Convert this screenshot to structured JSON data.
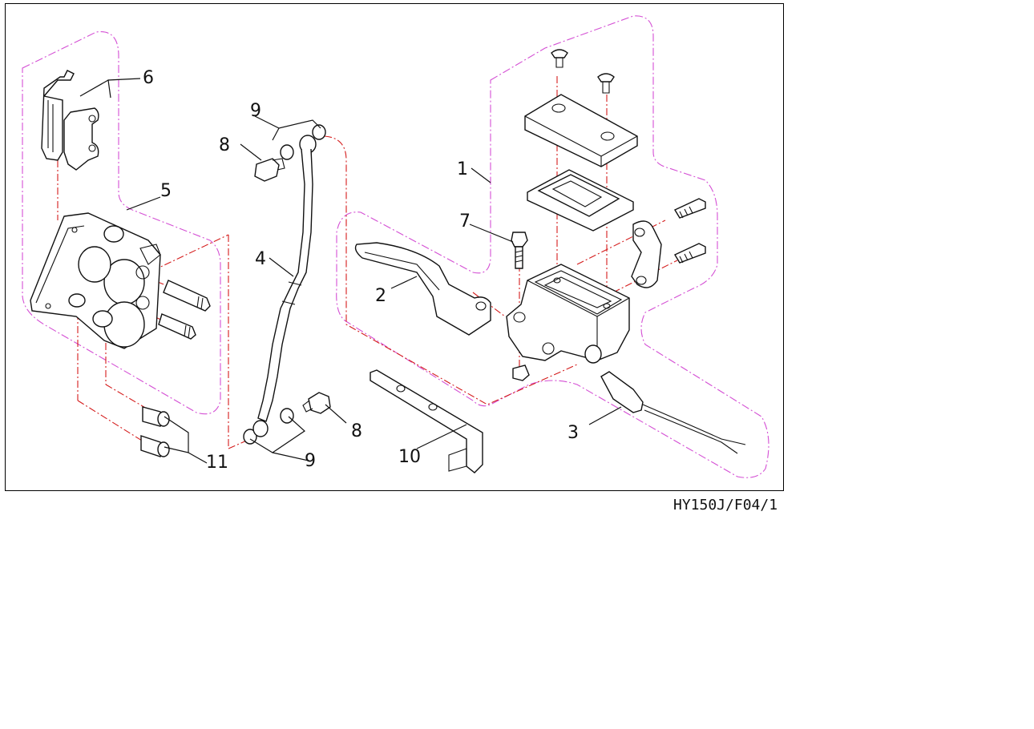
{
  "diagram": {
    "drawing_code": "HY150J/F04/1",
    "callouts": {
      "c1": "1",
      "c2": "2",
      "c3": "3",
      "c4": "4",
      "c5": "5",
      "c6": "6",
      "c7": "7",
      "c8a": "8",
      "c8b": "8",
      "c9a": "9",
      "c9b": "9",
      "c10": "10",
      "c11": "11"
    },
    "colors": {
      "outline": "#111111",
      "centerline": "#d41b1b",
      "group_boundary": "#d44fd4"
    }
  }
}
